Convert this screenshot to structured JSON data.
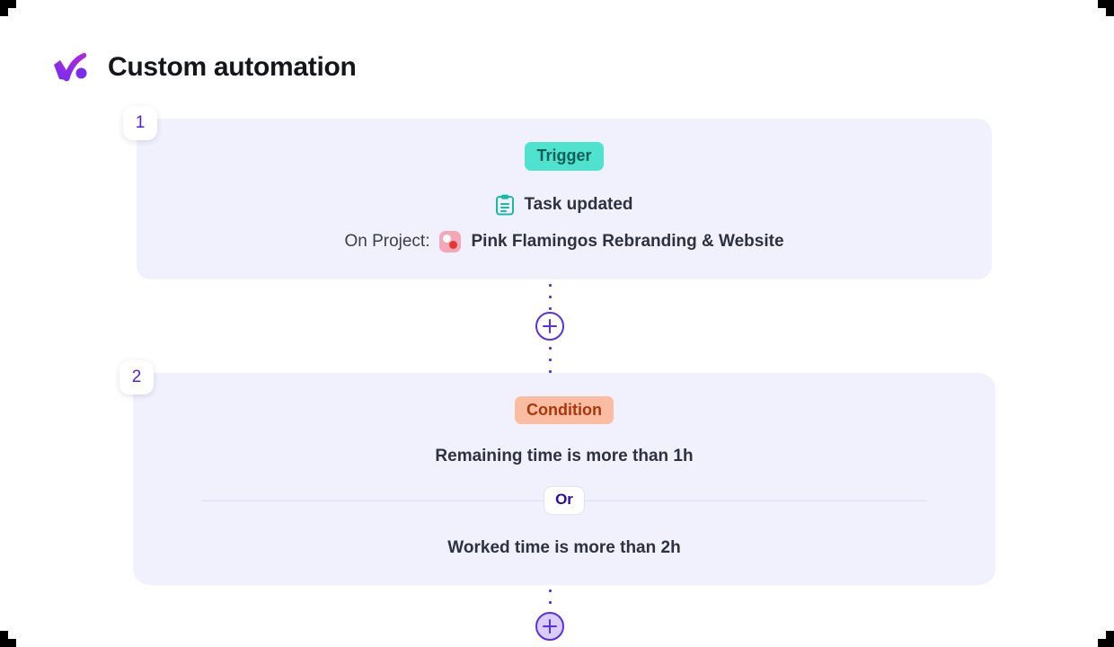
{
  "header": {
    "logo_icon": "check-swoosh-logo",
    "title": "Custom automation"
  },
  "flow": {
    "steps": [
      {
        "number": "1",
        "kind_label": "Trigger",
        "kind": "trigger",
        "event_icon": "clipboard-icon",
        "event_label": "Task updated",
        "project_prefix": "On Project:",
        "project_avatar_icon": "project-avatar-icon",
        "project_name": "Pink Flamingos Rebranding & Website"
      },
      {
        "number": "2",
        "kind_label": "Condition",
        "kind": "condition",
        "conditions": [
          "Remaining time is more than 1h",
          "Worked time is more than 2h"
        ],
        "operator_label": "Or"
      }
    ],
    "add_step_buttons": [
      {
        "name": "add-step-button-1",
        "icon": "plus-icon"
      },
      {
        "name": "add-step-button-2",
        "icon": "plus-icon"
      }
    ]
  },
  "colors": {
    "accent_purple": "#5b2ee8",
    "card_background": "#f0f1fd",
    "trigger_badge_bg": "#4fe3cf",
    "trigger_badge_text": "#105d58",
    "condition_badge_bg": "#fbbda2",
    "condition_badge_text": "#a8370c",
    "or_text": "#2b0d9e",
    "text_primary": "#2e313f"
  }
}
